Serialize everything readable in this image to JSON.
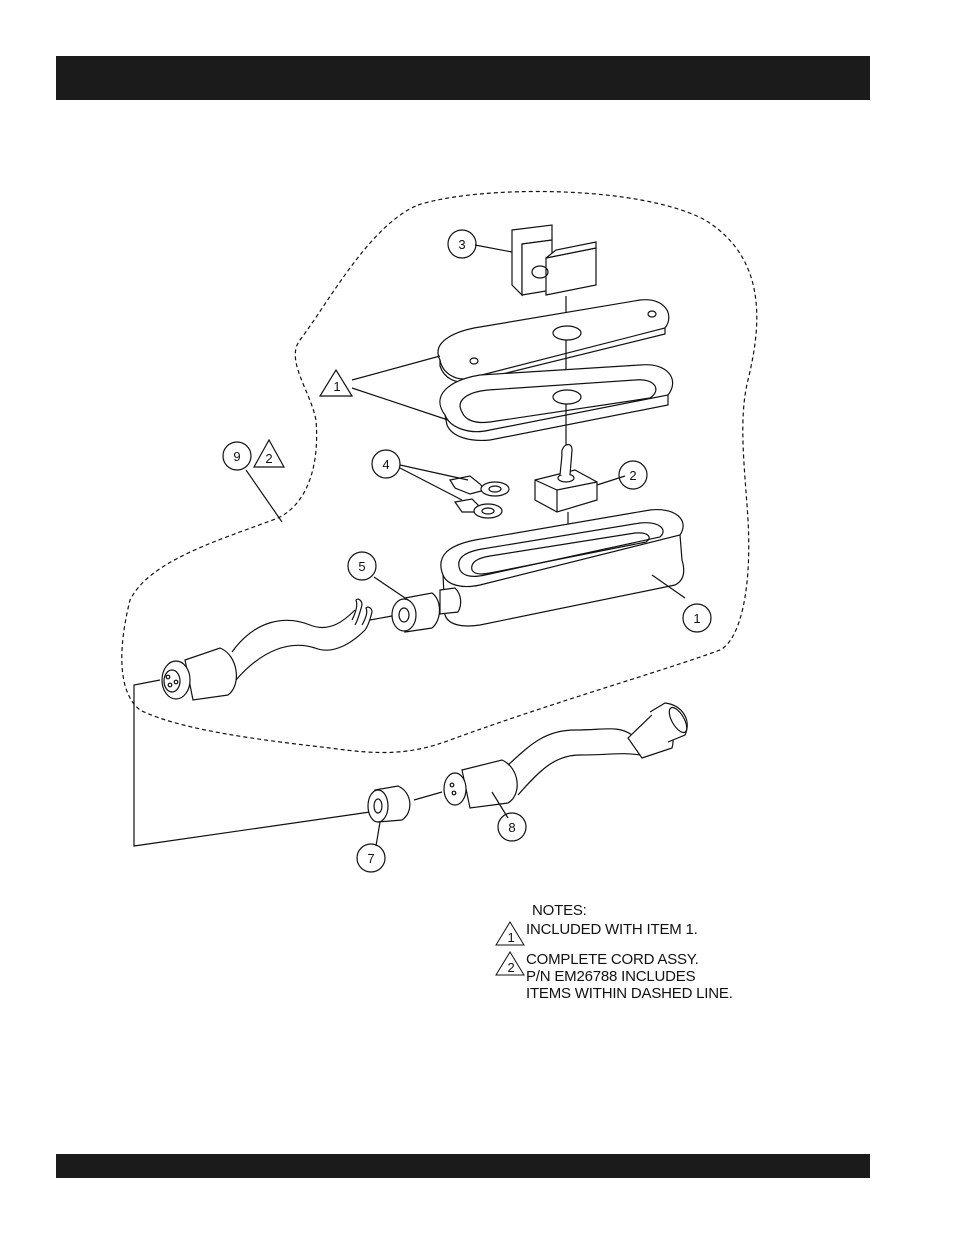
{
  "callouts": {
    "item_1_top": "1",
    "item_1": "1",
    "item_2": "2",
    "item_3": "3",
    "item_4": "4",
    "item_5": "5",
    "item_7": "7",
    "item_8": "8",
    "item_9": "9",
    "item_9_note": "2"
  },
  "notes": {
    "title": "NOTES:",
    "note1": {
      "marker": "1",
      "lines": [
        "INCLUDED WITH ITEM 1."
      ]
    },
    "note2": {
      "marker": "2",
      "lines": [
        "COMPLETE CORD ASSY.",
        "P/N EM26788 INCLUDES",
        "ITEMS WITHIN DASHED LINE."
      ]
    }
  }
}
